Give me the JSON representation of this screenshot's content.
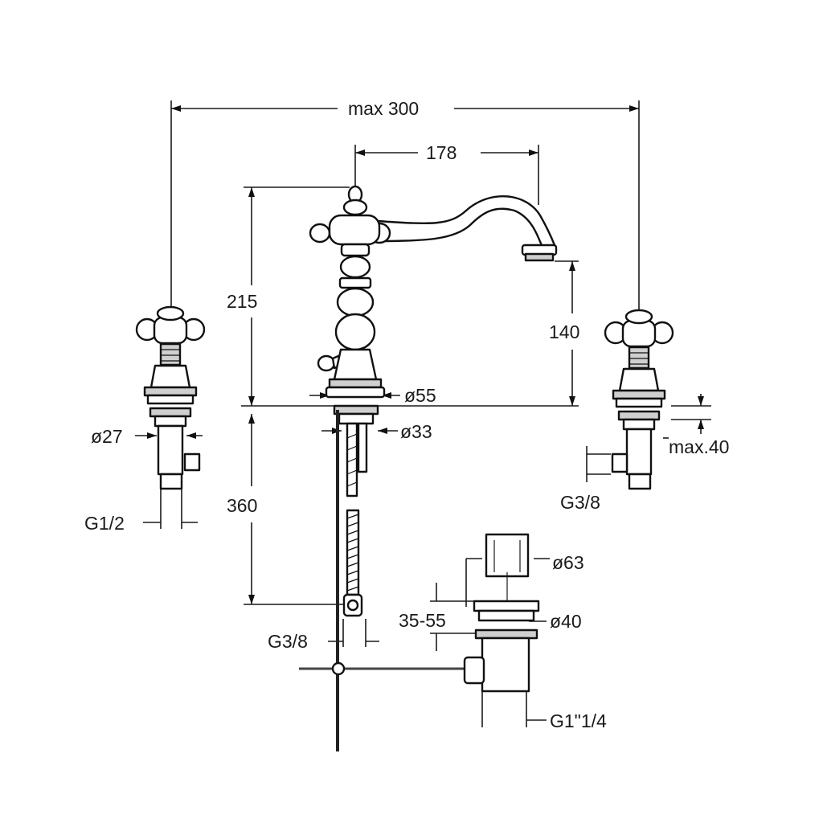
{
  "dimensions": {
    "max_width": "max 300",
    "spout_reach": "178",
    "height_total": "215",
    "spout_height": "140",
    "base_dia": "ø55",
    "shank_dia": "ø33",
    "valve_dia": "ø27",
    "valve_thread": "G1/2",
    "deck_thickness": "max.40",
    "hot_thread": "G3/8",
    "hose_length": "360",
    "hose_thread": "G3/8",
    "waste_cap_dia": "ø63",
    "waste_range": "35-55",
    "waste_dia": "ø40",
    "waste_thread": "G1\"1/4"
  }
}
